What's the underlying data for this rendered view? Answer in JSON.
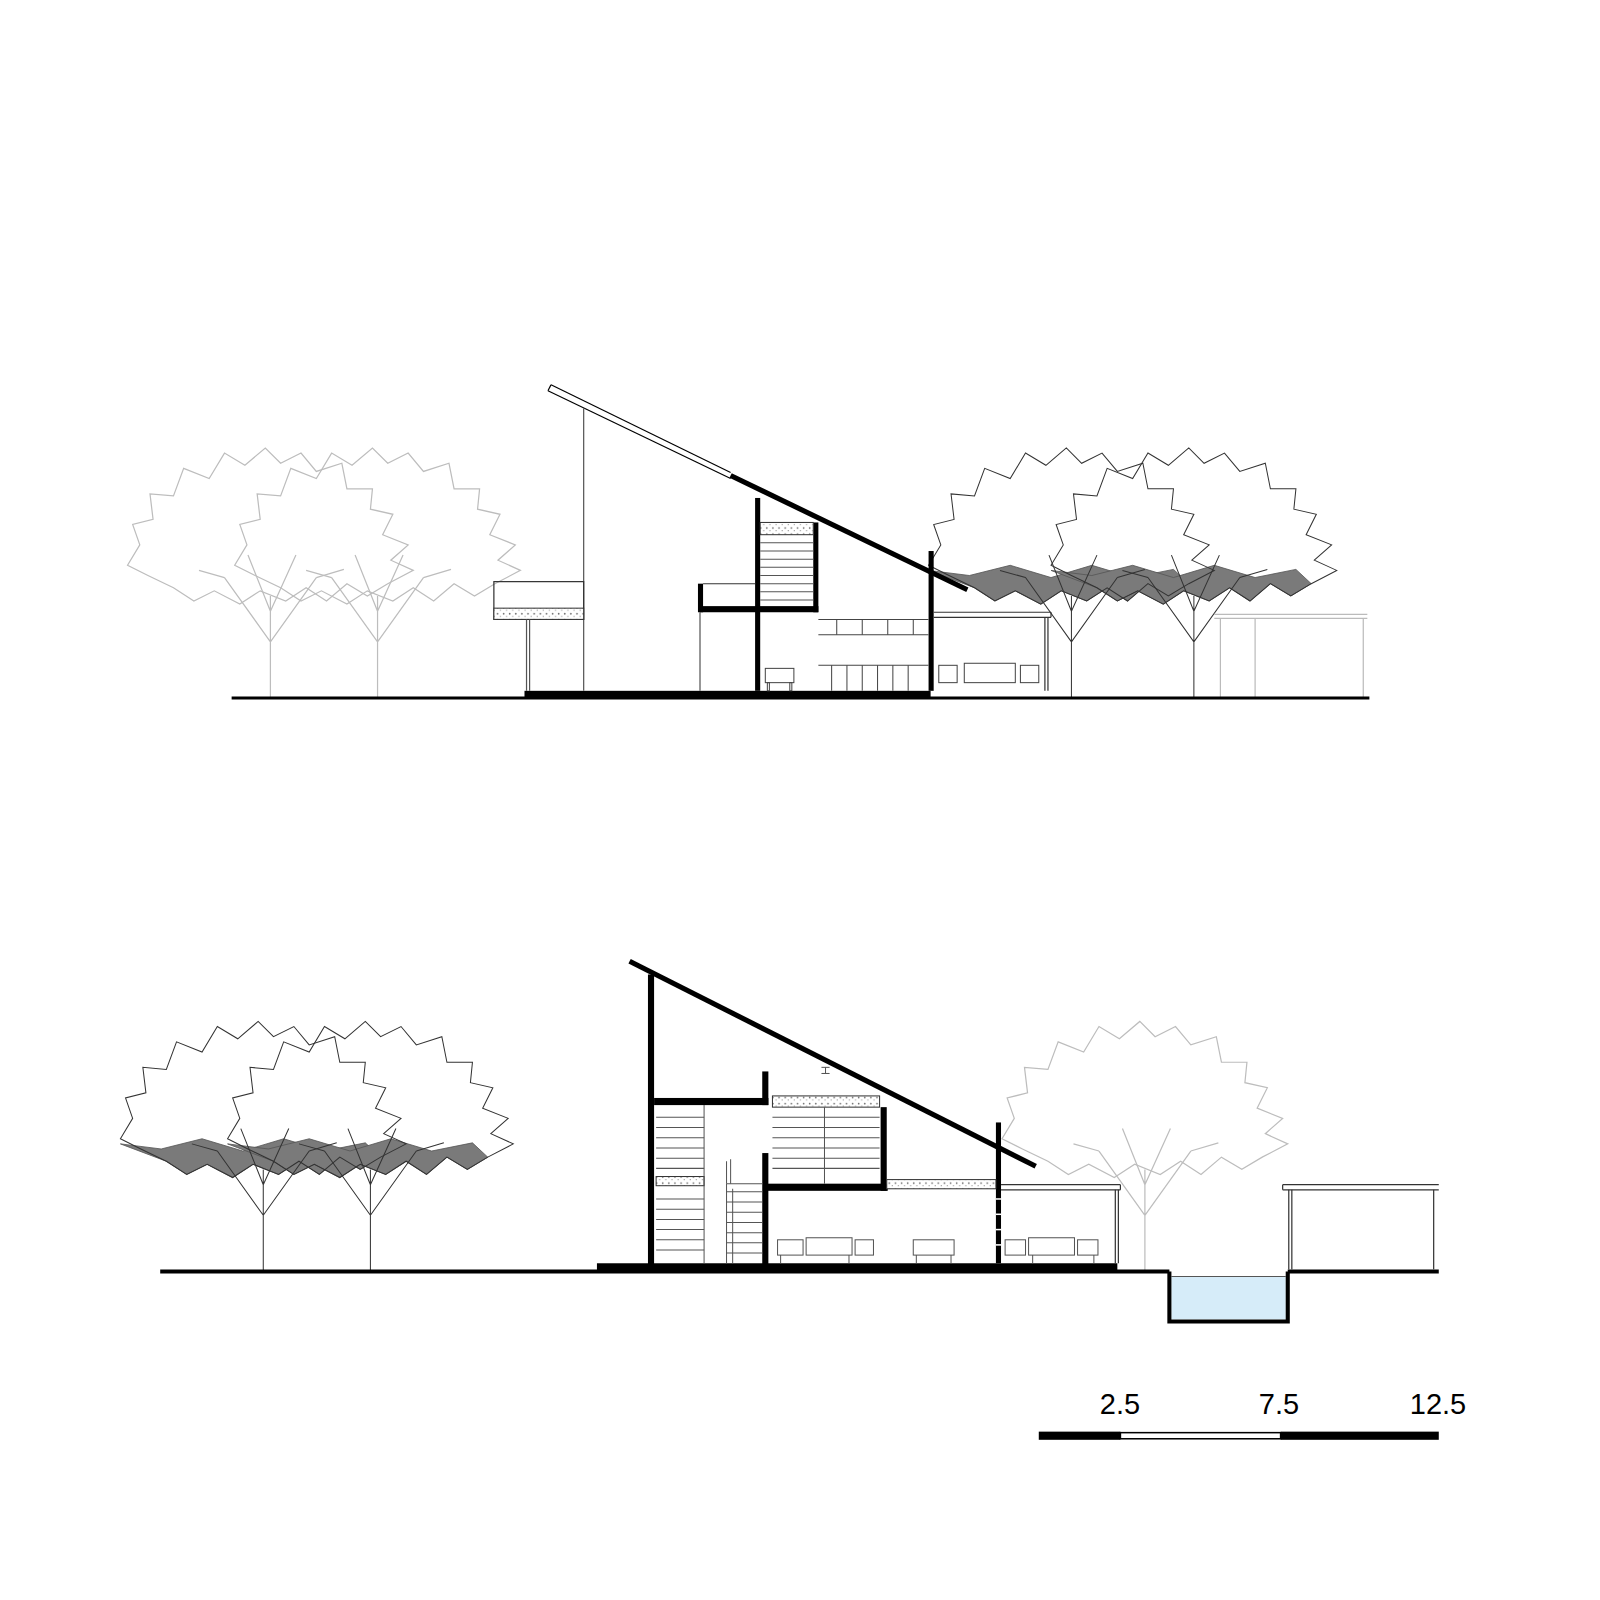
{
  "diagram": {
    "labels": [
      "2.5",
      "7.5",
      "12.5"
    ]
  }
}
